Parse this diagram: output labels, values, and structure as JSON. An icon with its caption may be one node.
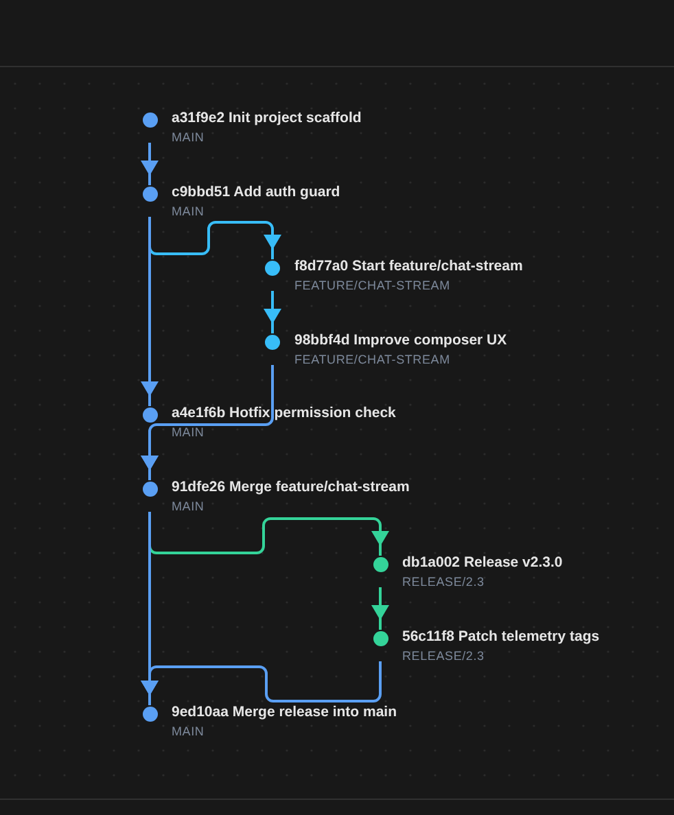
{
  "diagram": {
    "nodes": [
      {
        "text": [
          "a31f9e2 Init project scaffold",
          "MAIN"
        ]
      },
      {
        "text": [
          "c9bbd51 Add auth guard",
          "MAIN"
        ]
      },
      {
        "text": [
          "f8d77a0 Start feature/chat-stream",
          "FEATURE/CHAT-STREAM"
        ]
      },
      {
        "text": [
          "98bbf4d Improve composer UX",
          "FEATURE/CHAT-STREAM"
        ]
      },
      {
        "text": [
          "a4e1f6b Hotfix permission check",
          "MAIN"
        ]
      },
      {
        "text": [
          "91dfe26 Merge feature/chat-stream",
          "MAIN"
        ]
      },
      {
        "text": [
          "db1a002 Release v2.3.0",
          "RELEASE/2.3"
        ]
      },
      {
        "text": [
          "56c11f8 Patch telemetry tags",
          "RELEASE/2.3"
        ]
      },
      {
        "text": [
          "9ed10aa Merge release into main",
          "MAIN"
        ]
      }
    ],
    "edges": [
      {
        "from": 0,
        "to": 1,
        "arrow": "to"
      },
      {
        "from": 1,
        "to": 2,
        "arrow": "to",
        "color": "#38bdf8"
      },
      {
        "from": 1,
        "to": 4,
        "arrow": "to"
      },
      {
        "from": 2,
        "to": 3,
        "arrow": "to",
        "color": "#38bdf8"
      },
      {
        "from": 3,
        "to": 5,
        "arrow": "to"
      },
      {
        "from": 4,
        "to": 5,
        "arrow": "to"
      },
      {
        "from": 5,
        "to": 6,
        "arrow": "to",
        "color": "#34d399"
      },
      {
        "from": 5,
        "to": 8,
        "arrow": "to"
      },
      {
        "from": 6,
        "to": 7,
        "arrow": "to",
        "color": "#34d399"
      },
      {
        "from": 7,
        "to": 8,
        "arrow": "to"
      }
    ]
  }
}
